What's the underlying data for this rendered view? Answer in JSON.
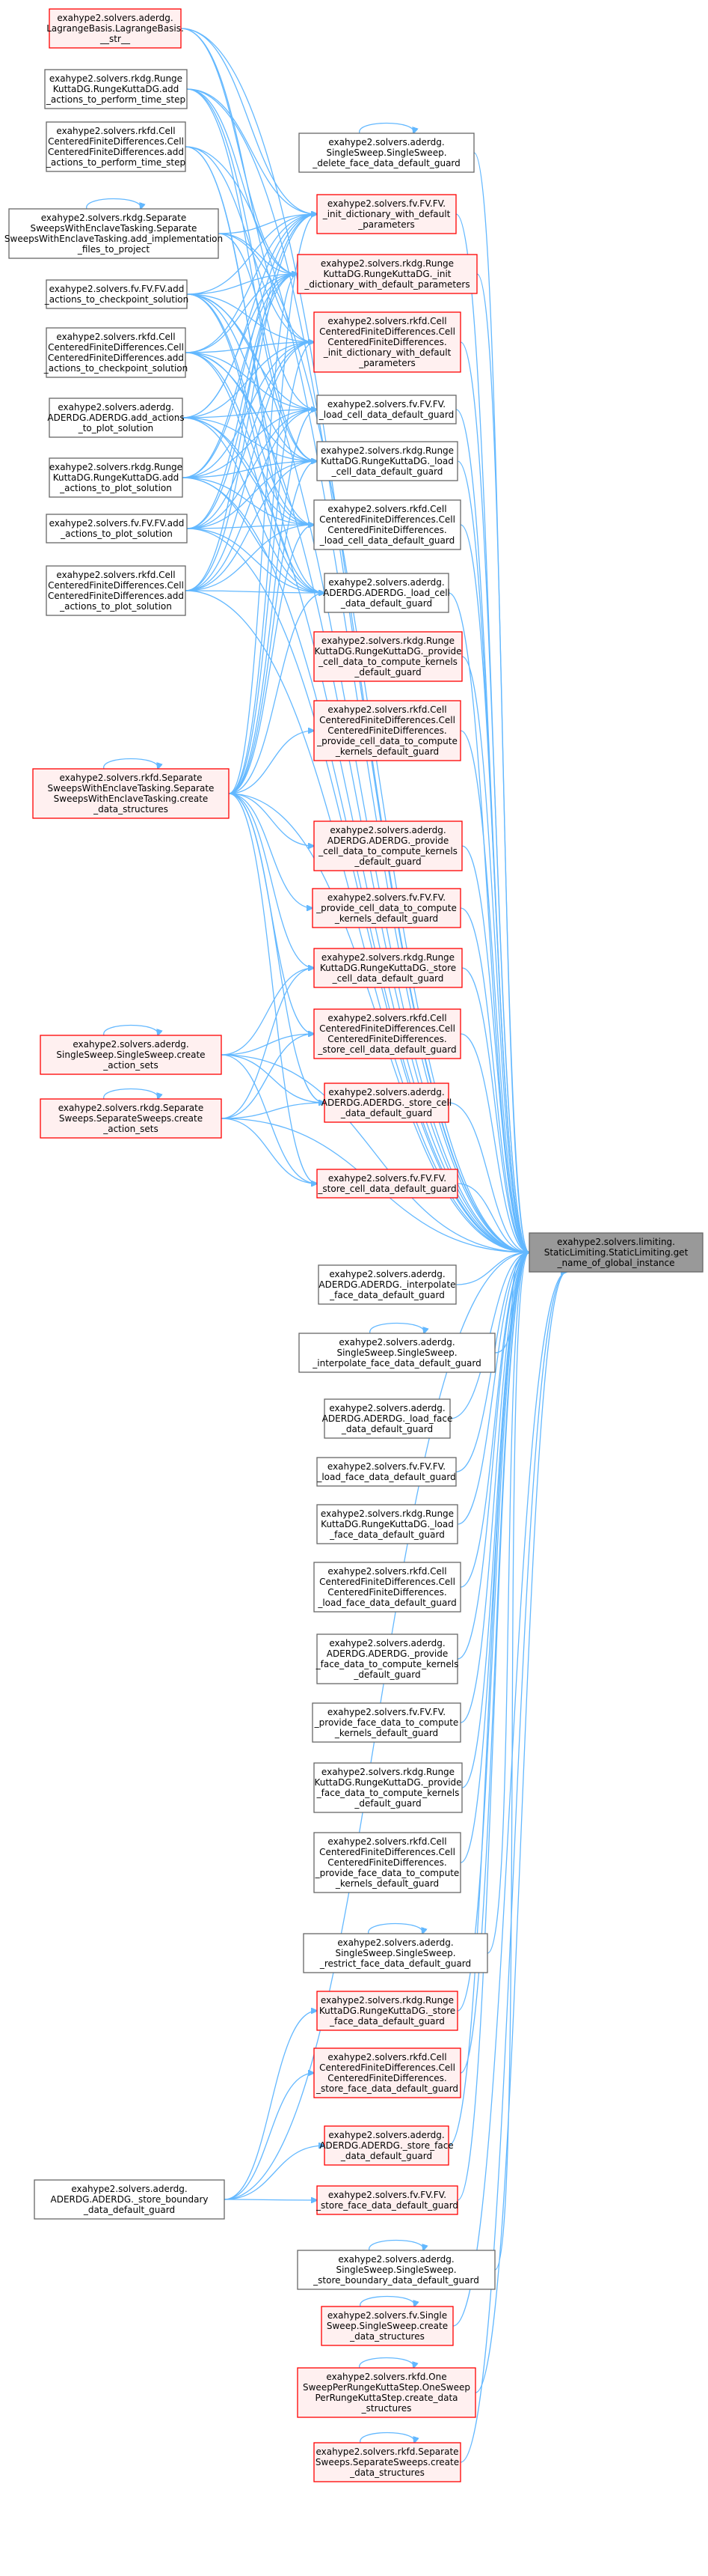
{
  "colors": {
    "edge": "#63b8ff",
    "red_border": "#ff0000",
    "red_fill": "#fff0f0",
    "gray_border": "#666666",
    "gray_fill": "#ffffff",
    "target_fill": "#999999",
    "target_border": "#666666"
  },
  "nodes": [
    {
      "id": "target",
      "style": "target",
      "lines": [
        "exahype2.solvers.limiting.",
        "StaticLimiting.StaticLimiting.get",
        "_name_of_global_instance"
      ]
    },
    {
      "id": "L1",
      "style": "red",
      "lines": [
        "exahype2.solvers.aderdg.",
        "LagrangeBasis.LagrangeBasis.",
        "__str__"
      ]
    },
    {
      "id": "L2",
      "style": "gray",
      "lines": [
        "exahype2.solvers.rkdg.Runge",
        "KuttaDG.RungeKuttaDG.add",
        "_actions_to_perform_time_step"
      ]
    },
    {
      "id": "L3",
      "style": "gray",
      "lines": [
        "exahype2.solvers.rkfd.Cell",
        "CenteredFiniteDifferences.Cell",
        "CenteredFiniteDifferences.add",
        "_actions_to_perform_time_step"
      ]
    },
    {
      "id": "L4",
      "style": "gray",
      "lines": [
        "exahype2.solvers.rkdg.Separate",
        "SweepsWithEnclaveTasking.Separate",
        "SweepsWithEnclaveTasking.add_implementation",
        "_files_to_project"
      ]
    },
    {
      "id": "L5",
      "style": "gray",
      "lines": [
        "exahype2.solvers.fv.FV.FV.add",
        "_actions_to_checkpoint_solution"
      ]
    },
    {
      "id": "L6",
      "style": "gray",
      "lines": [
        "exahype2.solvers.rkfd.Cell",
        "CenteredFiniteDifferences.Cell",
        "CenteredFiniteDifferences.add",
        "_actions_to_checkpoint_solution"
      ]
    },
    {
      "id": "L7",
      "style": "gray",
      "lines": [
        "exahype2.solvers.aderdg.",
        "ADERDG.ADERDG.add_actions",
        "_to_plot_solution"
      ]
    },
    {
      "id": "L8",
      "style": "gray",
      "lines": [
        "exahype2.solvers.rkdg.Runge",
        "KuttaDG.RungeKuttaDG.add",
        "_actions_to_plot_solution"
      ]
    },
    {
      "id": "L9",
      "style": "gray",
      "lines": [
        "exahype2.solvers.fv.FV.FV.add",
        "_actions_to_plot_solution"
      ]
    },
    {
      "id": "L10",
      "style": "gray",
      "lines": [
        "exahype2.solvers.rkfd.Cell",
        "CenteredFiniteDifferences.Cell",
        "CenteredFiniteDifferences.add",
        "_actions_to_plot_solution"
      ]
    },
    {
      "id": "L11",
      "style": "red",
      "lines": [
        "exahype2.solvers.rkfd.Separate",
        "SweepsWithEnclaveTasking.Separate",
        "SweepsWithEnclaveTasking.create",
        "_data_structures"
      ]
    },
    {
      "id": "L12",
      "style": "red",
      "lines": [
        "exahype2.solvers.aderdg.",
        "SingleSweep.SingleSweep.create",
        "_action_sets"
      ]
    },
    {
      "id": "L13",
      "style": "red",
      "lines": [
        "exahype2.solvers.rkdg.Separate",
        "Sweeps.SeparateSweeps.create",
        "_action_sets"
      ]
    },
    {
      "id": "L14",
      "style": "gray",
      "lines": [
        "exahype2.solvers.aderdg.",
        "ADERDG.ADERDG._store_boundary",
        "_data_default_guard"
      ]
    },
    {
      "id": "M1",
      "style": "gray",
      "lines": [
        "exahype2.solvers.aderdg.",
        "SingleSweep.SingleSweep.",
        "_delete_face_data_default_guard"
      ]
    },
    {
      "id": "M2",
      "style": "red",
      "lines": [
        "exahype2.solvers.fv.FV.FV.",
        "_init_dictionary_with_default",
        "_parameters"
      ]
    },
    {
      "id": "M3",
      "style": "red",
      "lines": [
        "exahype2.solvers.rkdg.Runge",
        "KuttaDG.RungeKuttaDG._init",
        "_dictionary_with_default_parameters"
      ]
    },
    {
      "id": "M4",
      "style": "red",
      "lines": [
        "exahype2.solvers.rkfd.Cell",
        "CenteredFiniteDifferences.Cell",
        "CenteredFiniteDifferences.",
        "_init_dictionary_with_default",
        "_parameters"
      ]
    },
    {
      "id": "M5",
      "style": "gray",
      "lines": [
        "exahype2.solvers.fv.FV.FV.",
        "_load_cell_data_default_guard"
      ]
    },
    {
      "id": "M6",
      "style": "gray",
      "lines": [
        "exahype2.solvers.rkdg.Runge",
        "KuttaDG.RungeKuttaDG._load",
        "_cell_data_default_guard"
      ]
    },
    {
      "id": "M7",
      "style": "gray",
      "lines": [
        "exahype2.solvers.rkfd.Cell",
        "CenteredFiniteDifferences.Cell",
        "CenteredFiniteDifferences.",
        "_load_cell_data_default_guard"
      ]
    },
    {
      "id": "M8",
      "style": "gray",
      "lines": [
        "exahype2.solvers.aderdg.",
        "ADERDG.ADERDG._load_cell",
        "_data_default_guard"
      ]
    },
    {
      "id": "M9",
      "style": "red",
      "lines": [
        "exahype2.solvers.rkdg.Runge",
        "KuttaDG.RungeKuttaDG._provide",
        "_cell_data_to_compute_kernels",
        "_default_guard"
      ]
    },
    {
      "id": "M10",
      "style": "red",
      "lines": [
        "exahype2.solvers.rkfd.Cell",
        "CenteredFiniteDifferences.Cell",
        "CenteredFiniteDifferences.",
        "_provide_cell_data_to_compute",
        "_kernels_default_guard"
      ]
    },
    {
      "id": "M11",
      "style": "red",
      "lines": [
        "exahype2.solvers.aderdg.",
        "ADERDG.ADERDG._provide",
        "_cell_data_to_compute_kernels",
        "_default_guard"
      ]
    },
    {
      "id": "M12",
      "style": "red",
      "lines": [
        "exahype2.solvers.fv.FV.FV.",
        "_provide_cell_data_to_compute",
        "_kernels_default_guard"
      ]
    },
    {
      "id": "M13",
      "style": "red",
      "lines": [
        "exahype2.solvers.rkdg.Runge",
        "KuttaDG.RungeKuttaDG._store",
        "_cell_data_default_guard"
      ]
    },
    {
      "id": "M14",
      "style": "red",
      "lines": [
        "exahype2.solvers.rkfd.Cell",
        "CenteredFiniteDifferences.Cell",
        "CenteredFiniteDifferences.",
        "_store_cell_data_default_guard"
      ]
    },
    {
      "id": "M15",
      "style": "red",
      "lines": [
        "exahype2.solvers.aderdg.",
        "ADERDG.ADERDG._store_cell",
        "_data_default_guard"
      ]
    },
    {
      "id": "M16",
      "style": "red",
      "lines": [
        "exahype2.solvers.fv.FV.FV.",
        "_store_cell_data_default_guard"
      ]
    },
    {
      "id": "M17",
      "style": "gray",
      "lines": [
        "exahype2.solvers.aderdg.",
        "ADERDG.ADERDG._interpolate",
        "_face_data_default_guard"
      ]
    },
    {
      "id": "M18",
      "style": "gray",
      "lines": [
        "exahype2.solvers.aderdg.",
        "SingleSweep.SingleSweep.",
        "_interpolate_face_data_default_guard"
      ]
    },
    {
      "id": "M19",
      "style": "gray",
      "lines": [
        "exahype2.solvers.aderdg.",
        "ADERDG.ADERDG._load_face",
        "_data_default_guard"
      ]
    },
    {
      "id": "M20",
      "style": "gray",
      "lines": [
        "exahype2.solvers.fv.FV.FV.",
        "_load_face_data_default_guard"
      ]
    },
    {
      "id": "M21",
      "style": "gray",
      "lines": [
        "exahype2.solvers.rkdg.Runge",
        "KuttaDG.RungeKuttaDG._load",
        "_face_data_default_guard"
      ]
    },
    {
      "id": "M22",
      "style": "gray",
      "lines": [
        "exahype2.solvers.rkfd.Cell",
        "CenteredFiniteDifferences.Cell",
        "CenteredFiniteDifferences.",
        "_load_face_data_default_guard"
      ]
    },
    {
      "id": "M23",
      "style": "gray",
      "lines": [
        "exahype2.solvers.aderdg.",
        "ADERDG.ADERDG._provide",
        "_face_data_to_compute_kernels",
        "_default_guard"
      ]
    },
    {
      "id": "M24",
      "style": "gray",
      "lines": [
        "exahype2.solvers.fv.FV.FV.",
        "_provide_face_data_to_compute",
        "_kernels_default_guard"
      ]
    },
    {
      "id": "M25",
      "style": "gray",
      "lines": [
        "exahype2.solvers.rkdg.Runge",
        "KuttaDG.RungeKuttaDG._provide",
        "_face_data_to_compute_kernels",
        "_default_guard"
      ]
    },
    {
      "id": "M26",
      "style": "gray",
      "lines": [
        "exahype2.solvers.rkfd.Cell",
        "CenteredFiniteDifferences.Cell",
        "CenteredFiniteDifferences.",
        "_provide_face_data_to_compute",
        "_kernels_default_guard"
      ]
    },
    {
      "id": "M27",
      "style": "gray",
      "lines": [
        "exahype2.solvers.aderdg.",
        "SingleSweep.SingleSweep.",
        "_restrict_face_data_default_guard"
      ]
    },
    {
      "id": "M28",
      "style": "red",
      "lines": [
        "exahype2.solvers.rkdg.Runge",
        "KuttaDG.RungeKuttaDG._store",
        "_face_data_default_guard"
      ]
    },
    {
      "id": "M29",
      "style": "red",
      "lines": [
        "exahype2.solvers.rkfd.Cell",
        "CenteredFiniteDifferences.Cell",
        "CenteredFiniteDifferences.",
        "_store_face_data_default_guard"
      ]
    },
    {
      "id": "M30",
      "style": "red",
      "lines": [
        "exahype2.solvers.aderdg.",
        "ADERDG.ADERDG._store_face",
        "_data_default_guard"
      ]
    },
    {
      "id": "M31",
      "style": "red",
      "lines": [
        "exahype2.solvers.fv.FV.FV.",
        "_store_face_data_default_guard"
      ]
    },
    {
      "id": "M32",
      "style": "gray",
      "lines": [
        "exahype2.solvers.aderdg.",
        "SingleSweep.SingleSweep.",
        "_store_boundary_data_default_guard"
      ]
    },
    {
      "id": "M33",
      "style": "red",
      "lines": [
        "exahype2.solvers.fv.Single",
        "Sweep.SingleSweep.create",
        "_data_structures"
      ]
    },
    {
      "id": "M34",
      "style": "red",
      "lines": [
        "exahype2.solvers.rkfd.One",
        "SweepPerRungeKuttaStep.OneSweep",
        "PerRungeKuttaStep.create_data",
        "_structures"
      ]
    },
    {
      "id": "M35",
      "style": "red",
      "lines": [
        "exahype2.solvers.rkfd.Separate",
        "Sweeps.SeparateSweeps.create",
        "_data_structures"
      ]
    }
  ],
  "edges": [
    [
      "L1",
      "target"
    ],
    [
      "L2",
      "target"
    ],
    [
      "L3",
      "target"
    ],
    [
      "L4",
      "target"
    ],
    [
      "L5",
      "target"
    ],
    [
      "L6",
      "target"
    ],
    [
      "L7",
      "target"
    ],
    [
      "L8",
      "target"
    ],
    [
      "L9",
      "target"
    ],
    [
      "L10",
      "target"
    ],
    [
      "L11",
      "target"
    ],
    [
      "L12",
      "target"
    ],
    [
      "L13",
      "target"
    ],
    [
      "L14",
      "target"
    ],
    [
      "M1",
      "target"
    ],
    [
      "M2",
      "target"
    ],
    [
      "M3",
      "target"
    ],
    [
      "M4",
      "target"
    ],
    [
      "M5",
      "target"
    ],
    [
      "M6",
      "target"
    ],
    [
      "M7",
      "target"
    ],
    [
      "M8",
      "target"
    ],
    [
      "M9",
      "target"
    ],
    [
      "M10",
      "target"
    ],
    [
      "M11",
      "target"
    ],
    [
      "M12",
      "target"
    ],
    [
      "M13",
      "target"
    ],
    [
      "M14",
      "target"
    ],
    [
      "M15",
      "target"
    ],
    [
      "M16",
      "target"
    ],
    [
      "M17",
      "target"
    ],
    [
      "M18",
      "target"
    ],
    [
      "M19",
      "target"
    ],
    [
      "M20",
      "target"
    ],
    [
      "M21",
      "target"
    ],
    [
      "M22",
      "target"
    ],
    [
      "M23",
      "target"
    ],
    [
      "M24",
      "target"
    ],
    [
      "M25",
      "target"
    ],
    [
      "M26",
      "target"
    ],
    [
      "M27",
      "target"
    ],
    [
      "M28",
      "target"
    ],
    [
      "M29",
      "target"
    ],
    [
      "M30",
      "target"
    ],
    [
      "M31",
      "target"
    ],
    [
      "M32",
      "target"
    ],
    [
      "M33",
      "target"
    ],
    [
      "M34",
      "target"
    ],
    [
      "M35",
      "target"
    ],
    [
      "L1",
      "M2"
    ],
    [
      "L1",
      "M3"
    ],
    [
      "L1",
      "M4"
    ],
    [
      "L2",
      "M2"
    ],
    [
      "L2",
      "M3"
    ],
    [
      "L2",
      "M5"
    ],
    [
      "L2",
      "M6"
    ],
    [
      "L3",
      "M4"
    ],
    [
      "L3",
      "M7"
    ],
    [
      "L3",
      "M8"
    ],
    [
      "L4",
      "M2"
    ],
    [
      "L4",
      "M3"
    ],
    [
      "L4",
      "M6"
    ],
    [
      "L5",
      "M2"
    ],
    [
      "L5",
      "M3"
    ],
    [
      "L5",
      "M4"
    ],
    [
      "L5",
      "M5"
    ],
    [
      "L5",
      "M6"
    ],
    [
      "L5",
      "M7"
    ],
    [
      "L5",
      "M8"
    ],
    [
      "L6",
      "M2"
    ],
    [
      "L6",
      "M3"
    ],
    [
      "L6",
      "M4"
    ],
    [
      "L6",
      "M5"
    ],
    [
      "L6",
      "M6"
    ],
    [
      "L6",
      "M7"
    ],
    [
      "L6",
      "M8"
    ],
    [
      "L7",
      "M2"
    ],
    [
      "L7",
      "M3"
    ],
    [
      "L7",
      "M4"
    ],
    [
      "L7",
      "M5"
    ],
    [
      "L7",
      "M6"
    ],
    [
      "L7",
      "M7"
    ],
    [
      "L7",
      "M8"
    ],
    [
      "L8",
      "M2"
    ],
    [
      "L8",
      "M3"
    ],
    [
      "L8",
      "M4"
    ],
    [
      "L8",
      "M5"
    ],
    [
      "L8",
      "M6"
    ],
    [
      "L8",
      "M7"
    ],
    [
      "L8",
      "M8"
    ],
    [
      "L9",
      "M2"
    ],
    [
      "L9",
      "M3"
    ],
    [
      "L9",
      "M4"
    ],
    [
      "L9",
      "M5"
    ],
    [
      "L9",
      "M6"
    ],
    [
      "L9",
      "M7"
    ],
    [
      "L9",
      "M8"
    ],
    [
      "L10",
      "M2"
    ],
    [
      "L10",
      "M3"
    ],
    [
      "L10",
      "M4"
    ],
    [
      "L10",
      "M5"
    ],
    [
      "L10",
      "M6"
    ],
    [
      "L10",
      "M7"
    ],
    [
      "L10",
      "M8"
    ],
    [
      "L11",
      "M2"
    ],
    [
      "L11",
      "M3"
    ],
    [
      "L11",
      "M4"
    ],
    [
      "L11",
      "M5"
    ],
    [
      "L11",
      "M6"
    ],
    [
      "L11",
      "M7"
    ],
    [
      "L11",
      "M8"
    ],
    [
      "L11",
      "M10"
    ],
    [
      "L11",
      "M11"
    ],
    [
      "L11",
      "M12"
    ],
    [
      "L11",
      "M13"
    ],
    [
      "L11",
      "M14"
    ],
    [
      "L11",
      "M15"
    ],
    [
      "L11",
      "M16"
    ],
    [
      "L12",
      "M13"
    ],
    [
      "L12",
      "M14"
    ],
    [
      "L12",
      "M15"
    ],
    [
      "L12",
      "M16"
    ],
    [
      "L13",
      "M13"
    ],
    [
      "L13",
      "M14"
    ],
    [
      "L13",
      "M15"
    ],
    [
      "L13",
      "M16"
    ],
    [
      "L14",
      "M28"
    ],
    [
      "L14",
      "M29"
    ],
    [
      "L14",
      "M30"
    ],
    [
      "L14",
      "M31"
    ]
  ],
  "self_loops": [
    "L4",
    "L11",
    "L12",
    "L13",
    "M1",
    "M18",
    "M27",
    "M32",
    "M33",
    "M34",
    "M35"
  ]
}
